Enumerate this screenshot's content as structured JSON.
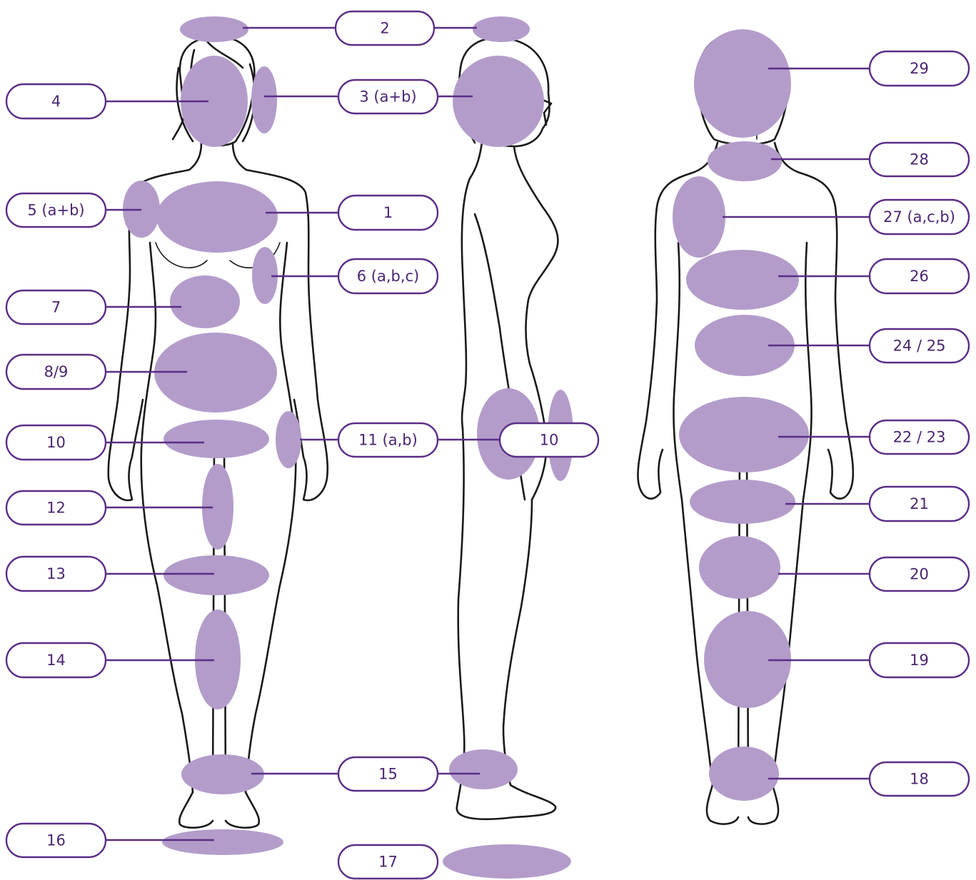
{
  "colors": {
    "zone": "#b39cca",
    "accent": "#5b2d86",
    "outline": "#1a1a1a"
  },
  "figures": [
    "front-view",
    "side-view",
    "back-view"
  ],
  "labels": {
    "l1": "1",
    "l2": "2",
    "l3": "3 (a+b)",
    "l4": "4",
    "l5": "5 (a+b)",
    "l6": "6 (a,b,c)",
    "l7": "7",
    "l8": "8/9",
    "l10a": "10",
    "l11": "11 (a,b)",
    "l10b": "10",
    "l12": "12",
    "l13": "13",
    "l14": "14",
    "l15": "15",
    "l16": "16",
    "l17": "17",
    "l18": "18",
    "l19": "19",
    "l20": "20",
    "l21": "21",
    "l22": "22 / 23",
    "l24": "24 / 25",
    "l26": "26",
    "l27": "27 (a,c,b)",
    "l28": "28",
    "l29": "29"
  }
}
